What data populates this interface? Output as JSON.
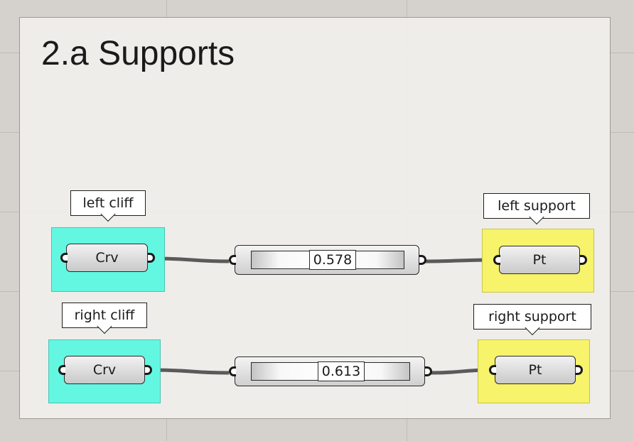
{
  "group": {
    "title": "2.a Supports"
  },
  "rows": [
    {
      "curve_label": "left cliff",
      "curve_param": "Crv",
      "slider_value": "0.578",
      "point_label": "left support",
      "point_param": "Pt"
    },
    {
      "curve_label": "right cliff",
      "curve_param": "Crv",
      "slider_value": "0.613",
      "point_label": "right support",
      "point_param": "Pt"
    }
  ],
  "colors": {
    "canvas": "#d5d1cc",
    "group_fill": "#f0efeb",
    "curve_highlight": "#63f7e2",
    "point_highlight": "#f7f36a",
    "wire": "#5a5a5a"
  }
}
